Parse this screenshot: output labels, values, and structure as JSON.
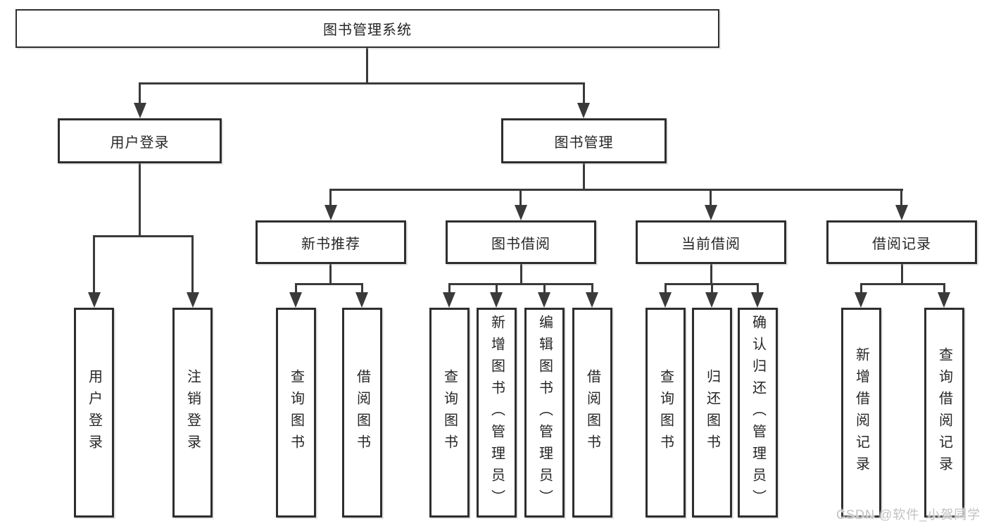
{
  "tree": {
    "root": {
      "label": "图书管理系统"
    },
    "branches": [
      {
        "label": "用户登录",
        "children": [
          {
            "label": "用户登录"
          },
          {
            "label": "注销登录"
          }
        ]
      },
      {
        "label": "图书管理",
        "groups": [
          {
            "label": "新书推荐",
            "children": [
              {
                "label": "查询图书"
              },
              {
                "label": "借阅图书"
              }
            ]
          },
          {
            "label": "图书借阅",
            "children": [
              {
                "label": "查询图书"
              },
              {
                "label": "新增图书（管理员）"
              },
              {
                "label": "编辑图书（管理员）"
              },
              {
                "label": "借阅图书"
              }
            ]
          },
          {
            "label": "当前借阅",
            "children": [
              {
                "label": "查询图书"
              },
              {
                "label": "归还图书"
              },
              {
                "label": "确认归还（管理员）"
              }
            ]
          },
          {
            "label": "借阅记录",
            "children": [
              {
                "label": "新增借阅记录"
              },
              {
                "label": "查询借阅记录"
              }
            ]
          }
        ]
      }
    ]
  },
  "watermark": {
    "text": "CSDN @软件_小贺同学"
  },
  "colors": {
    "line": "#3a3a3a",
    "box_border": "#2e2e2e",
    "text": "#262626",
    "watermark": "#c2c2c2",
    "background": "#ffffff"
  }
}
